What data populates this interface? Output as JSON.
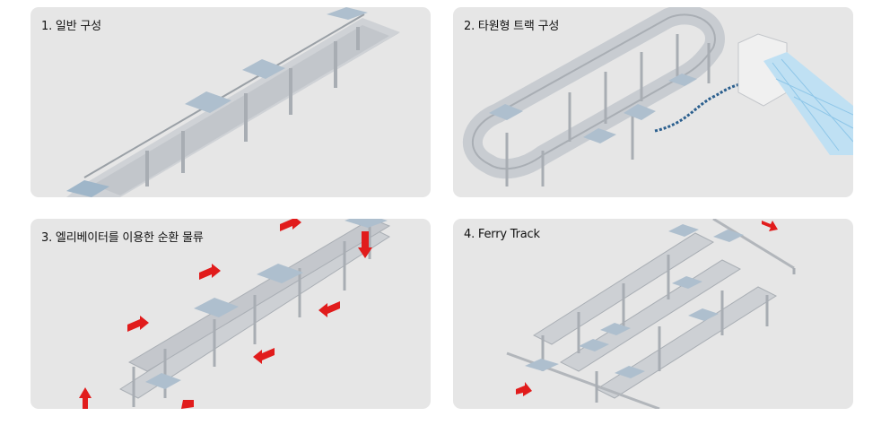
{
  "panels": [
    {
      "id": "general",
      "title": "1. 일반 구성"
    },
    {
      "id": "oval",
      "title": "2. 타원형 트랙 구성"
    },
    {
      "id": "elevator",
      "title": "3. 엘리베이터를 이용한 순환 물류"
    },
    {
      "id": "ferry",
      "title": "4. Ferry Track"
    }
  ],
  "colors": {
    "panel_bg": "#e6e6e6",
    "rail": "#b9bcc0",
    "rail_dark": "#8f9399",
    "carrier": "#aebfce",
    "arrow": "#e11c1c",
    "floor_grid": "#8ec6e8"
  }
}
